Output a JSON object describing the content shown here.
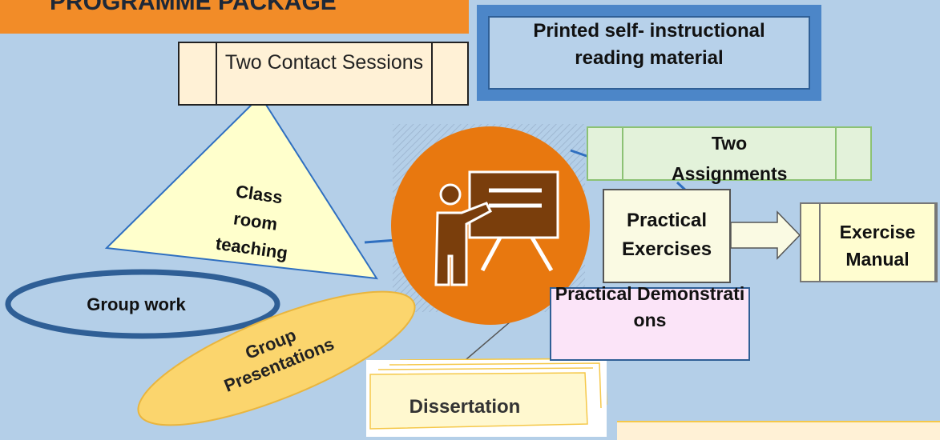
{
  "title": "PROGRAMME PACKAGE",
  "nodes": {
    "contact_sessions": "Two Contact Sessions",
    "printed_material": "Printed self- instructional reading material",
    "assignments": "Two Assignments",
    "class_room": "Class room teaching",
    "practical_exercises": "Practical Exercises",
    "exercise_manual": "Exercise Manual",
    "group_work": "Group work",
    "group_presentations": "Group Presentations",
    "practical_demonstrations": "Practical Demonstrations",
    "dissertation": "Dissertation"
  },
  "center_icon": "teacher-at-board-icon",
  "colors": {
    "background": "#b4cfe8",
    "title_bar": "#f28c28",
    "center_circle": "#e8780f",
    "board": "#7a3e0c",
    "triangle": "#ffffcc",
    "ellipse_group_work": "#2f5f96",
    "group_presentations": "#fbd56d"
  }
}
